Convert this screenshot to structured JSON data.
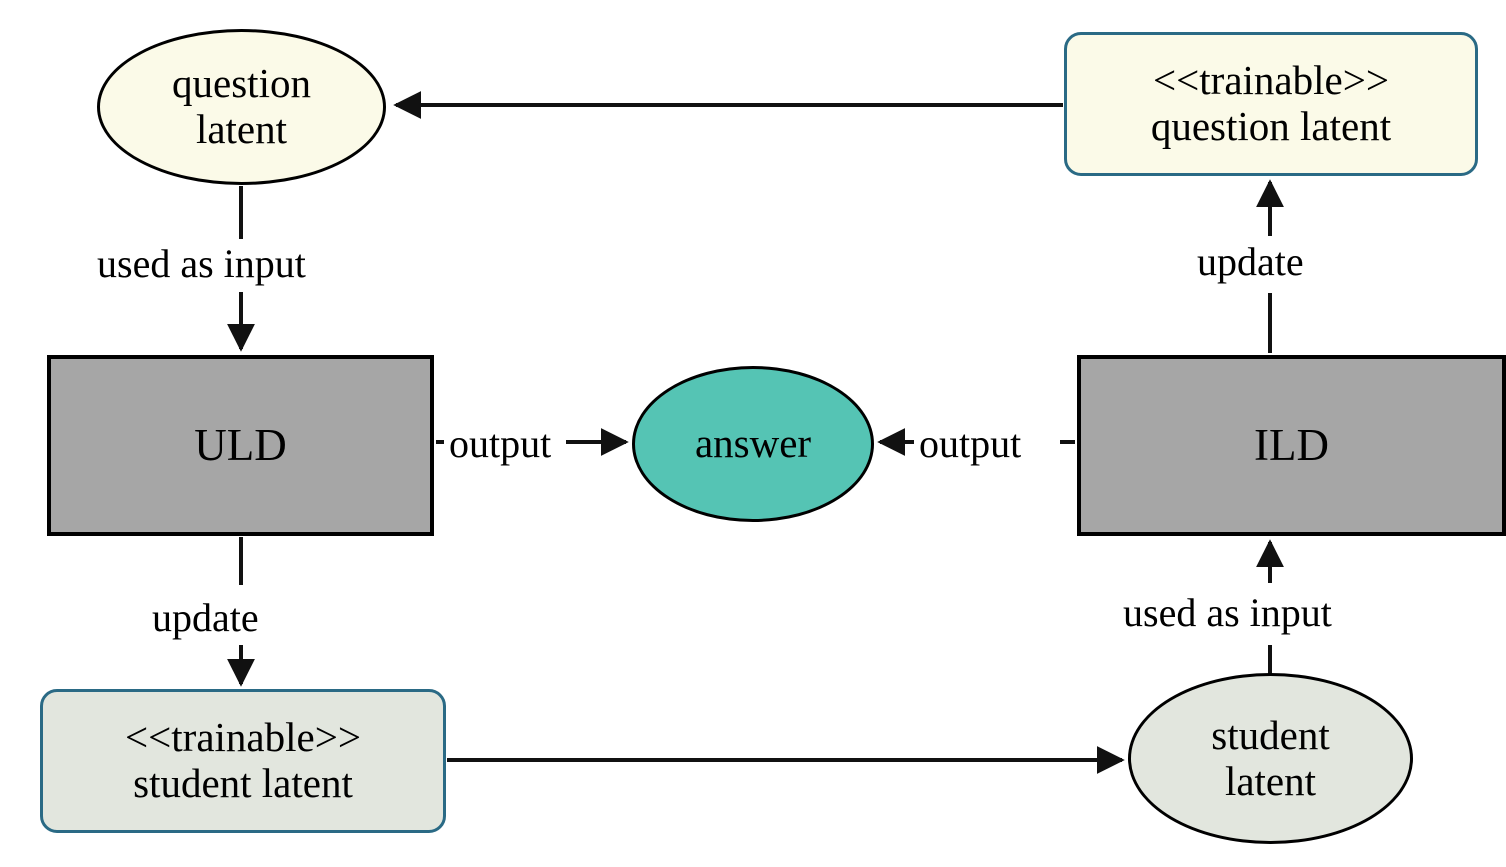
{
  "diagram": {
    "title": "ULD / ILD latent update flow",
    "background": "#ffffff",
    "colors": {
      "cream_fill": "#fbfae8",
      "gray_fill": "#a6a6a6",
      "teal_fill": "#55c4b4",
      "sage_fill": "#e2e6de",
      "teal_border": "#2a6a85",
      "black_border": "#000000",
      "edge_stroke": "#1a1a1a"
    },
    "nodes": [
      {
        "id": "question-latent",
        "label": "question\nlatent",
        "shape": "ellipse",
        "fill": "#fbfae8",
        "border": "#000000"
      },
      {
        "id": "trainable-question-latent",
        "label": "<<trainable>>\nquestion latent",
        "shape": "rounded-rectangle",
        "fill": "#fbfae8",
        "border": "#2a6a85"
      },
      {
        "id": "uld",
        "label": "ULD",
        "shape": "rectangle",
        "fill": "#a6a6a6",
        "border": "#000000"
      },
      {
        "id": "answer",
        "label": "answer",
        "shape": "ellipse",
        "fill": "#55c4b4",
        "border": "#000000"
      },
      {
        "id": "ild",
        "label": "ILD",
        "shape": "rectangle",
        "fill": "#a6a6a6",
        "border": "#000000"
      },
      {
        "id": "trainable-student-latent",
        "label": "<<trainable>>\nstudent latent",
        "shape": "rounded-rectangle",
        "fill": "#e2e6de",
        "border": "#2a6a85"
      },
      {
        "id": "student-latent",
        "label": "student\nlatent",
        "shape": "ellipse",
        "fill": "#e2e6de",
        "border": "#000000"
      }
    ],
    "edges": [
      {
        "id": "trainable-question-latent-to-question-latent",
        "from": "trainable-question-latent",
        "to": "question-latent",
        "label": "",
        "direction": "left"
      },
      {
        "id": "question-latent-to-uld",
        "from": "question-latent",
        "to": "uld",
        "label": "used as input",
        "direction": "down"
      },
      {
        "id": "uld-to-answer",
        "from": "uld",
        "to": "answer",
        "label": "output",
        "direction": "right"
      },
      {
        "id": "ild-to-answer",
        "from": "ild",
        "to": "answer",
        "label": "output",
        "direction": "left"
      },
      {
        "id": "uld-to-trainable-student-latent",
        "from": "uld",
        "to": "trainable-student-latent",
        "label": "update",
        "direction": "down"
      },
      {
        "id": "trainable-student-latent-to-student-latent",
        "from": "trainable-student-latent",
        "to": "student-latent",
        "label": "",
        "direction": "right"
      },
      {
        "id": "student-latent-to-ild",
        "from": "student-latent",
        "to": "ild",
        "label": "used as input",
        "direction": "up"
      },
      {
        "id": "ild-to-trainable-question-latent",
        "from": "ild",
        "to": "trainable-question-latent",
        "label": "update",
        "direction": "up"
      }
    ]
  }
}
